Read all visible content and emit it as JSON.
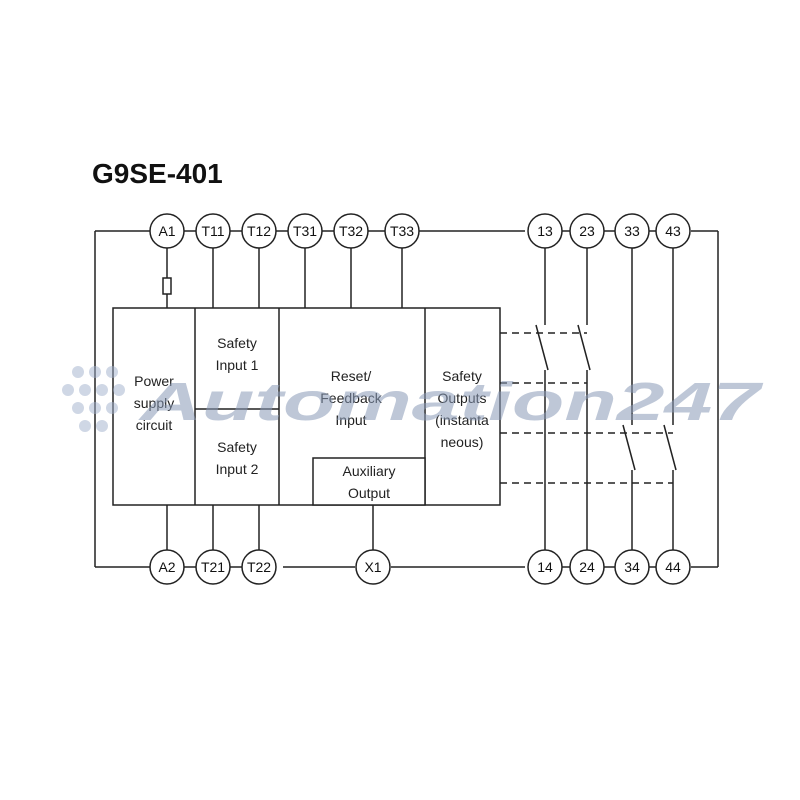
{
  "title": "G9SE-401",
  "terminals_top": [
    "A1",
    "T11",
    "T12",
    "T31",
    "T32",
    "T33",
    "13",
    "23",
    "33",
    "43"
  ],
  "terminals_bottom": [
    "A2",
    "T21",
    "T22",
    "X1",
    "14",
    "24",
    "34",
    "44"
  ],
  "blocks": {
    "power_supply": [
      "Power",
      "supply",
      "circuit"
    ],
    "safety_input_1": [
      "Safety",
      "Input 1"
    ],
    "safety_input_2": [
      "Safety",
      "Input 2"
    ],
    "reset_feedback": [
      "Reset/",
      "Feedback",
      "Input"
    ],
    "auxiliary_output": [
      "Auxiliary",
      "Output"
    ],
    "safety_outputs": [
      "Safety",
      "Outputs",
      "(instanta",
      "neous)"
    ]
  },
  "watermark": "Automation247",
  "colors": {
    "line": "#222222",
    "watermark": "#8a9bb8"
  }
}
